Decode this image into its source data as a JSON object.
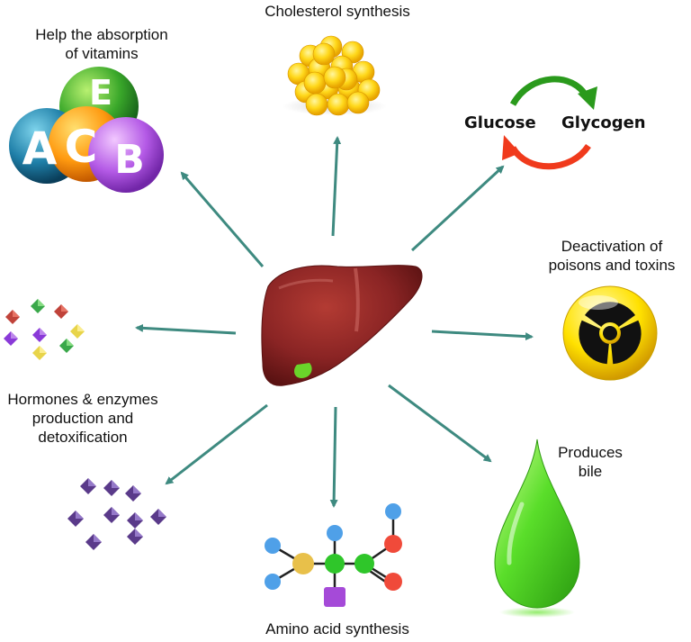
{
  "center": {
    "organ_icon": "liver-icon"
  },
  "functions": {
    "cholesterol": {
      "label": "Cholesterol synthesis",
      "icon": "fat-globule-icon"
    },
    "vitamins": {
      "label_line1": "Help the absorption",
      "label_line2": "of vitamins",
      "icon": "vitamin-balls-icon",
      "letters": {
        "a": "A",
        "c": "C",
        "b": "B",
        "e": "E"
      }
    },
    "glycogen": {
      "left": "Glucose",
      "right": "Glycogen",
      "icon": "cycle-arrows-icon"
    },
    "poisons": {
      "label_line1": "Deactivation of",
      "label_line2": "poisons and toxins",
      "icon": "radiation-icon"
    },
    "hormones": {
      "label_line1": "Hormones & enzymes",
      "label_line2": "production and",
      "label_line3": "detoxification",
      "icon": "crystals-icon"
    },
    "bile": {
      "label_line1": "Produces",
      "label_line2": "bile",
      "icon": "bile-drop-icon"
    },
    "amino": {
      "label": "Amino acid synthesis",
      "icon": "molecule-icon"
    }
  },
  "colors": {
    "arrow": "#3e8a80",
    "liver": "#8a2424",
    "bile": "#56d92a",
    "glucose_arrow_top": "#2a9a1c",
    "glucose_arrow_bottom": "#f03a1c"
  }
}
